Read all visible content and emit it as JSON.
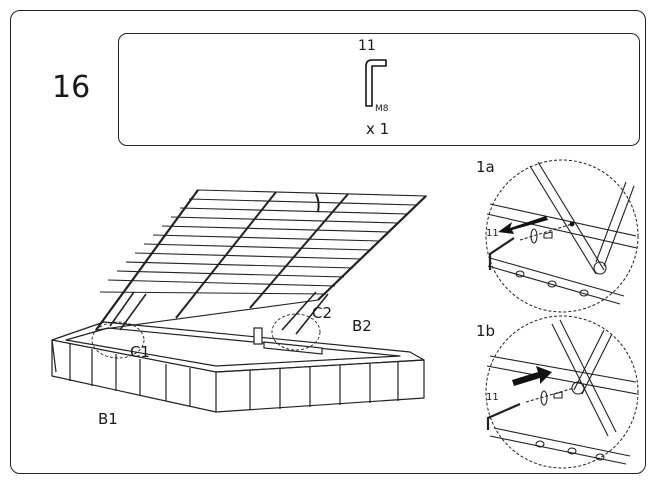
{
  "step": {
    "number": "16"
  },
  "parts": {
    "id": "11",
    "size": "M8",
    "quantity": "x 1"
  },
  "labels": {
    "c1": "C1",
    "c2": "C2",
    "b1": "B1",
    "b2": "B2",
    "detail_1a": "1a",
    "detail_1b": "1b",
    "tool_1a": "11",
    "tool_1b": "11"
  }
}
